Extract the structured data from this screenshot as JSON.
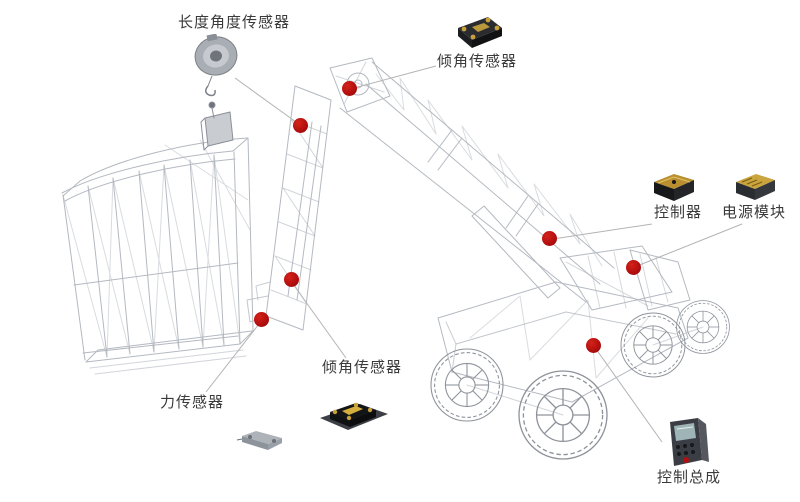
{
  "diagram": {
    "description": "Aerial work platform sensor layout diagram",
    "colors": {
      "marker": "#b50f0f",
      "wireframe": "#b4b9c1",
      "wheel": "#8e939b",
      "leader_line": "#b3b3b3",
      "label_text": "#3a3a3a",
      "sensor_gold": "#c9a13b"
    },
    "callouts": [
      {
        "id": "length-angle-sensor",
        "label": "长度角度传感器"
      },
      {
        "id": "tilt-sensor-top",
        "label": "倾角传感器"
      },
      {
        "id": "controller",
        "label": "控制器"
      },
      {
        "id": "power-module",
        "label": "电源模块"
      },
      {
        "id": "tilt-sensor-bottom",
        "label": "倾角传感器"
      },
      {
        "id": "force-sensor",
        "label": "力传感器"
      },
      {
        "id": "control-assembly",
        "label": "控制总成"
      }
    ]
  }
}
